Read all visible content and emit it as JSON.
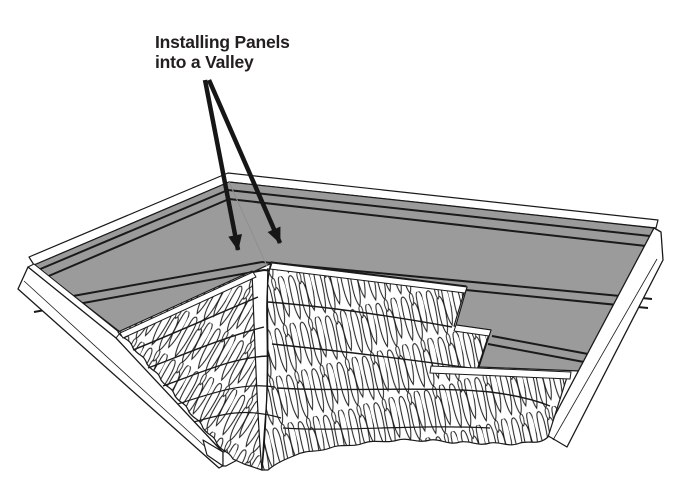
{
  "figure": {
    "title_line1": "Installing Panels",
    "title_line2": "into a Valley"
  },
  "colors": {
    "background": "#ffffff",
    "underlayment_gray": "#9b9b9b",
    "line_black": "#1a1a1a",
    "panel_white": "#ffffff",
    "underlayment_stripe": "#e8e8e8",
    "title_text": "#231f20"
  },
  "annotations": {
    "arrow_count": 2,
    "arrows": [
      {
        "points_to": "left valley panel edge"
      },
      {
        "points_to": "right valley panel edge"
      }
    ]
  }
}
